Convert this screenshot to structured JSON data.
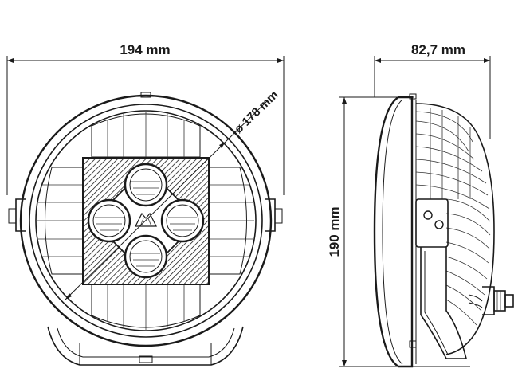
{
  "dimensions": {
    "width_label": "194 mm",
    "diameter_label": "ø 178 mm",
    "depth_label": "82,7 mm",
    "height_label": "190 mm"
  },
  "colors": {
    "line": "#1a1a1a",
    "background": "#ffffff"
  }
}
